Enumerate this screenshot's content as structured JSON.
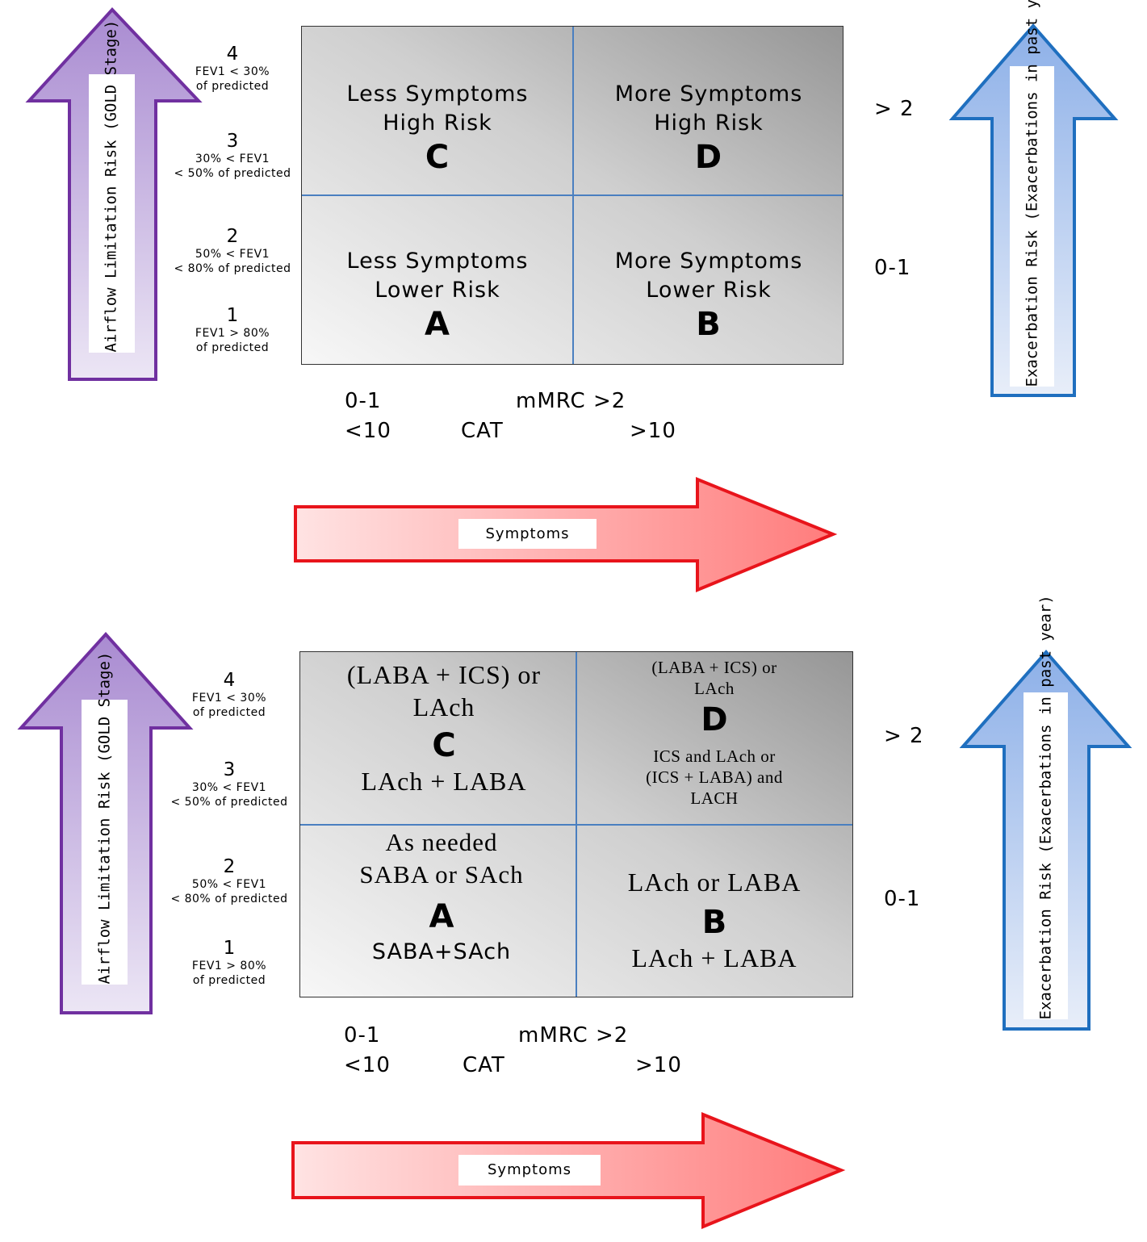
{
  "colors": {
    "purple_stroke": "#7030a0",
    "blue_stroke": "#1f6fbf",
    "red_stroke": "#e8141b"
  },
  "left_axis_label": "Airflow Limitation Risk (GOLD Stage)",
  "right_axis_label": "Exacerbation Risk (Exacerbations in past year)",
  "symptoms_label": "Symptoms",
  "stages": [
    {
      "num": "4",
      "desc1": "FEV1 <  30%",
      "desc2": "of predicted"
    },
    {
      "num": "3",
      "desc1": "30%  < FEV1",
      "desc2": "< 50% of predicted"
    },
    {
      "num": "2",
      "desc1": "50%  < FEV1",
      "desc2": "< 80% of predicted"
    },
    {
      "num": "1",
      "desc1": "FEV1  > 80%",
      "desc2": "of predicted"
    }
  ],
  "risk_levels": {
    "high": "> 2",
    "low": "0-1"
  },
  "axis": {
    "mmrc_low": "0-1",
    "mmrc_label": "mMRC >2",
    "cat_low": "<10",
    "cat_label": "CAT",
    "cat_high": ">10"
  },
  "top_grid": {
    "C": {
      "line1": "Less Symptoms",
      "line2": "High Risk",
      "letter": "C"
    },
    "D": {
      "line1": "More Symptoms",
      "line2": "High Risk",
      "letter": "D"
    },
    "A": {
      "line1": "Less Symptoms",
      "line2": "Lower Risk",
      "letter": "A"
    },
    "B": {
      "line1": "More Symptoms",
      "line2": "Lower Risk",
      "letter": "B"
    }
  },
  "bottom_grid": {
    "C": {
      "line1": "(LABA + ICS) or",
      "line2": "LAch",
      "letter": "C",
      "line3": "LAch + LABA"
    },
    "D": {
      "line1": "(LABA + ICS) or",
      "line2": "LAch",
      "letter": "D",
      "line3": "ICS and LAch  or",
      "line4": "(ICS + LABA) and",
      "line5": "LACH"
    },
    "A": {
      "line1": "As needed",
      "line2": "SABA or SAch",
      "letter": "A",
      "line3": "SABA+SAch"
    },
    "B": {
      "line1": "LAch or LABA",
      "letter": "B",
      "line2": "LAch + LABA"
    }
  }
}
